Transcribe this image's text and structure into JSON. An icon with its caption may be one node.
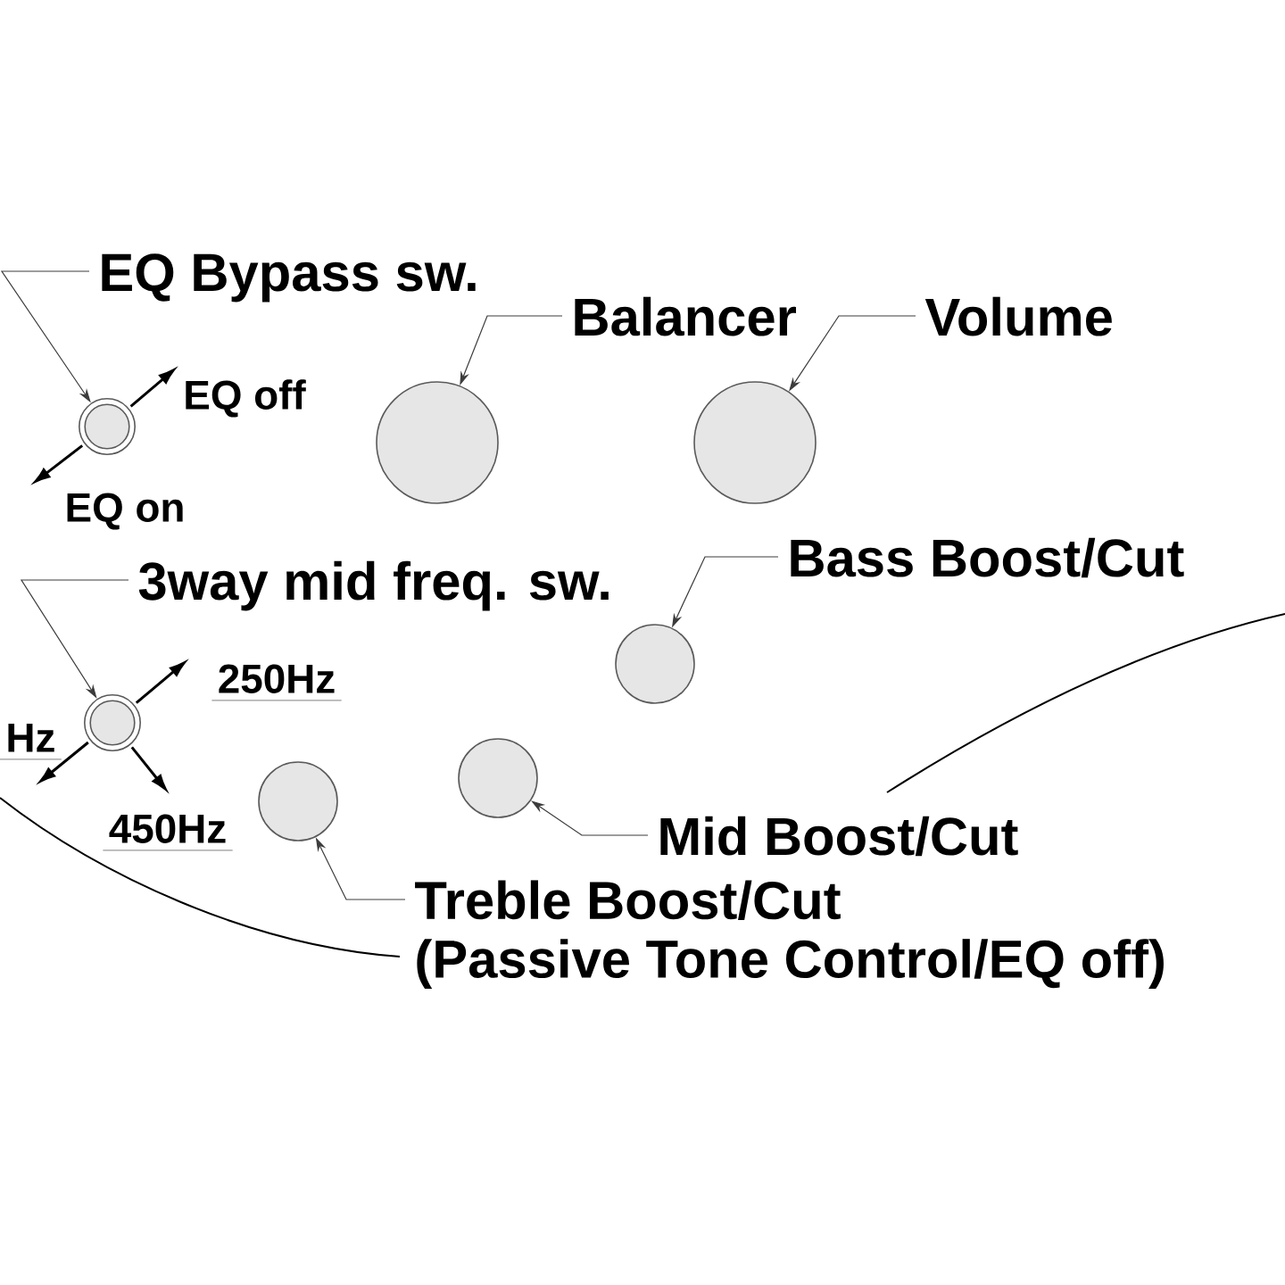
{
  "diagram": {
    "nodes": [
      {
        "text": [
          "EQ Bypass sw."
        ]
      },
      {
        "text": [
          "Balancer"
        ]
      },
      {
        "text": [
          "Volume"
        ]
      },
      {
        "text": [],
        "shape": "circle"
      },
      {
        "text": [],
        "shape": "circle"
      },
      {
        "text": [],
        "shape": "circle"
      },
      {
        "text": [
          "3way mid freq. sw."
        ]
      },
      {
        "text": [
          "Bass Boost/Cut"
        ]
      },
      {
        "text": [],
        "shape": "circle"
      },
      {
        "text": [],
        "shape": "circle"
      },
      {
        "text": [],
        "shape": "circle"
      },
      {
        "text": [],
        "shape": "circle"
      },
      {
        "text": [
          "Mid Boost/Cut"
        ]
      },
      {
        "text": [
          "Treble Boost/Cut",
          "(Passive Tone Control/EQ off)"
        ]
      }
    ],
    "edges": [
      {
        "from": 0,
        "to": 3,
        "arrow": "to"
      },
      {
        "from": 1,
        "to": 4,
        "arrow": "to"
      },
      {
        "from": 2,
        "to": 5,
        "arrow": "to"
      },
      {
        "from": 6,
        "to": 8,
        "arrow": "to"
      },
      {
        "from": 7,
        "to": 9,
        "arrow": "to"
      },
      {
        "from": 12,
        "to": 10,
        "arrow": "to"
      },
      {
        "from": 13,
        "to": 11,
        "arrow": "to"
      }
    ],
    "labels": [
      "EQ off",
      "EQ on",
      "250Hz",
      "Hz",
      "450Hz"
    ]
  }
}
